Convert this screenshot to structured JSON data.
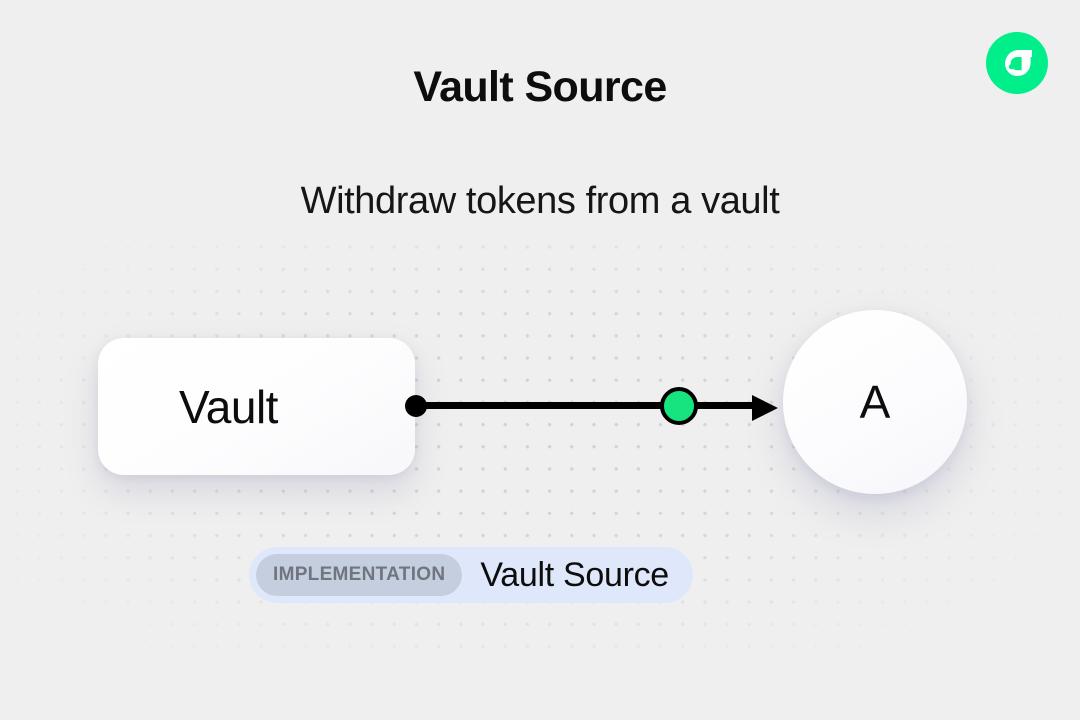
{
  "header": {
    "title": "Vault Source",
    "subtitle": "Withdraw tokens from a vault"
  },
  "brand": {
    "logo_icon": "flow-logo-icon",
    "logo_bg_color": "#00ef8b",
    "logo_mark_color": "#ffffff"
  },
  "diagram": {
    "source_node": {
      "label": "Vault",
      "shape": "rounded-rectangle"
    },
    "target_node": {
      "label": "A",
      "shape": "circle"
    },
    "edge": {
      "source_dot_icon": "connector-dot-icon",
      "midpoint_icon": "edge-midpoint-dot-icon",
      "midpoint_color": "#16e57f",
      "arrow_icon": "arrowhead-icon",
      "line_color": "#000000"
    },
    "background_pattern": {
      "pattern_icon": "dot-grid-icon",
      "dot_color": "#d2d2d2"
    }
  },
  "badge": {
    "tag_label": "IMPLEMENTATION",
    "name": "Vault Source",
    "pill_color": "#dfe8fa",
    "tag_color": "#c4cede",
    "tag_text_color": "#71757f"
  }
}
